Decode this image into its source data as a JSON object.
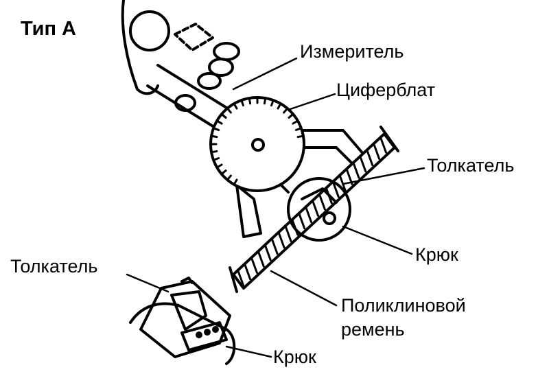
{
  "title": "Тип А",
  "labels": {
    "gauge": "Измеритель",
    "dial": "Циферблат",
    "pusher_main": "Толкатель",
    "hook_main": "Крюк",
    "belt_line1": "Поликлиновой",
    "belt_line2": "ремень",
    "pusher_inset": "Толкатель",
    "hook_inset": "Крюк"
  },
  "colors": {
    "ink": "#000000",
    "background": "#ffffff"
  }
}
